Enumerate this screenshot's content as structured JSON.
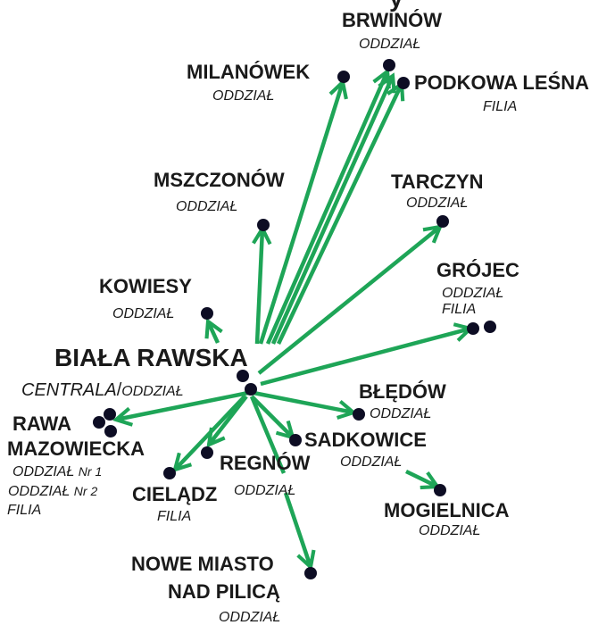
{
  "colors": {
    "arrow": "#1ea557",
    "dot": "#0d0d24",
    "text": "#1a1a1a"
  },
  "header": {
    "partial_letter": "y"
  },
  "hub": {
    "name": "BIAŁA RAWSKA",
    "type_a": "CENTRALA",
    "separator": "/",
    "type_b": "ODDZIAŁ"
  },
  "branches": {
    "brwinow": {
      "name": "BRWINÓW",
      "type": "ODDZIAŁ"
    },
    "milanowek": {
      "name": "MILANÓWEK",
      "type": "ODDZIAŁ"
    },
    "podkowa": {
      "name": "PODKOWA LEŚNA",
      "type": "FILIA"
    },
    "mszczonow": {
      "name": "MSZCZONÓW",
      "type": "ODDZIAŁ"
    },
    "tarczyn": {
      "name": "TARCZYN",
      "type": "ODDZIAŁ"
    },
    "kowiesy": {
      "name": "KOWIESY",
      "type": "ODDZIAŁ"
    },
    "grojec": {
      "name": "GRÓJEC",
      "type_1": "ODDZIAŁ",
      "type_2": "FILIA"
    },
    "bledow": {
      "name": "BŁĘDÓW",
      "type": "ODDZIAŁ"
    },
    "rawa": {
      "name_1": "RAWA",
      "name_2": "MAZOWIECKA",
      "type_1": "ODDZIAŁ",
      "nr_1": "Nr 1",
      "type_2": "ODDZIAŁ",
      "nr_2": "Nr 2",
      "type_3": "FILIA"
    },
    "sadkowice": {
      "name": "SADKOWICE",
      "type": "ODDZIAŁ"
    },
    "regnow": {
      "name": "REGNÓW",
      "type": "ODDZIAŁ"
    },
    "cieladz": {
      "name": "CIELĄDZ",
      "type": "FILIA"
    },
    "mogielnica": {
      "name": "MOGIELNICA",
      "type": "ODDZIAŁ"
    },
    "nowe_miasto": {
      "name_1": "NOWE MIASTO",
      "name_2": "NAD PILICĄ",
      "type": "ODDZIAŁ"
    }
  }
}
